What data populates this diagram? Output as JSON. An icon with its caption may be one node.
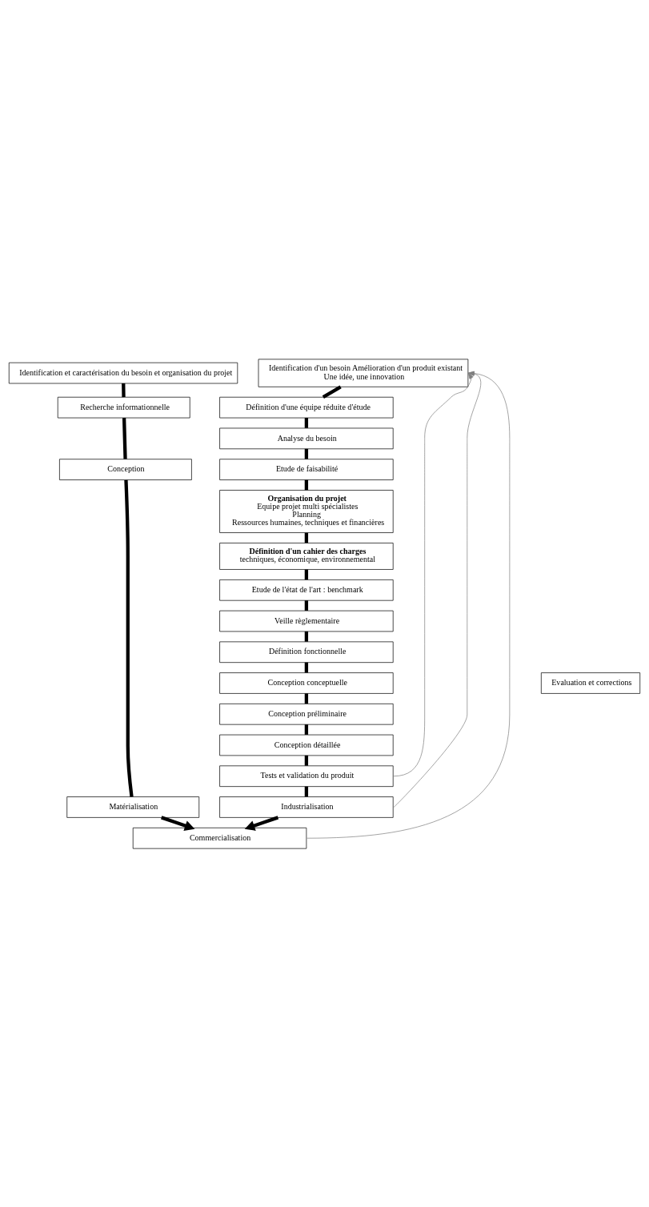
{
  "diagram": {
    "nodes": [
      {
        "text": [
          "Identification et caractérisation du besoin et organisation du projet"
        ]
      },
      {
        "text": [
          "Recherche informationnelle"
        ]
      },
      {
        "text": [
          "Conception"
        ]
      },
      {
        "text": [
          "Matérialisation"
        ]
      },
      {
        "text": [
          "Identification d'un besoin Amélioration d'un produit existant",
          "Une idée, une innovation"
        ]
      },
      {
        "text": [
          "Définition d'une équipe réduite d'étude"
        ]
      },
      {
        "text": [
          "Analyse du besoin"
        ]
      },
      {
        "text": [
          "Etude de faisabilité"
        ]
      },
      {
        "text": [
          "Organisation du projet",
          "Equipe projet multi spécialistes",
          "Planning",
          "Ressources humaines, techniques et financières"
        ]
      },
      {
        "text": [
          "Définition d'un cahier des charges",
          "techniques, économique, environnemental"
        ]
      },
      {
        "text": [
          "Etude de l'état de l'art : benchmark"
        ]
      },
      {
        "text": [
          "Veille règlementaire"
        ]
      },
      {
        "text": [
          "Définition fonctionnelle"
        ]
      },
      {
        "text": [
          "Conception conceptuelle"
        ]
      },
      {
        "text": [
          "Conception préliminaire"
        ]
      },
      {
        "text": [
          "Conception détaillée"
        ]
      },
      {
        "text": [
          "Tests et validation du produit"
        ]
      },
      {
        "text": [
          "Industrialisation"
        ]
      },
      {
        "text": [
          "Commercialisation"
        ]
      },
      {
        "text": [
          "Evaluation et corrections"
        ]
      }
    ],
    "edges": [
      {
        "from": 0,
        "to": 1,
        "arrow": "none"
      },
      {
        "from": 1,
        "to": 2,
        "arrow": "none"
      },
      {
        "from": 2,
        "to": 3,
        "arrow": "none"
      },
      {
        "from": 3,
        "to": 18,
        "arrow": "to"
      },
      {
        "from": 4,
        "to": 5,
        "arrow": "none"
      },
      {
        "from": 5,
        "to": 6,
        "arrow": "none"
      },
      {
        "from": 6,
        "to": 7,
        "arrow": "none"
      },
      {
        "from": 7,
        "to": 8,
        "arrow": "none"
      },
      {
        "from": 8,
        "to": 9,
        "arrow": "none"
      },
      {
        "from": 9,
        "to": 10,
        "arrow": "none"
      },
      {
        "from": 10,
        "to": 11,
        "arrow": "none"
      },
      {
        "from": 11,
        "to": 12,
        "arrow": "none"
      },
      {
        "from": 12,
        "to": 13,
        "arrow": "none"
      },
      {
        "from": 13,
        "to": 14,
        "arrow": "none"
      },
      {
        "from": 14,
        "to": 15,
        "arrow": "none"
      },
      {
        "from": 15,
        "to": 16,
        "arrow": "none"
      },
      {
        "from": 16,
        "to": 17,
        "arrow": "none"
      },
      {
        "from": 17,
        "to": 18,
        "arrow": "to"
      },
      {
        "from": 16,
        "to": 4,
        "arrow": "to",
        "color": "#808080"
      },
      {
        "from": 17,
        "to": 4,
        "arrow": "to",
        "color": "#808080"
      },
      {
        "from": 18,
        "to": 4,
        "arrow": "to",
        "color": "#808080"
      }
    ]
  }
}
